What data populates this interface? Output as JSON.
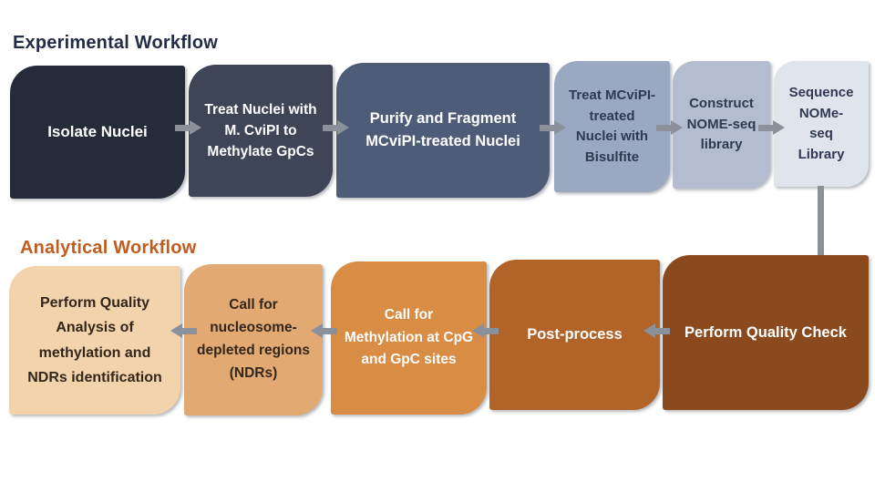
{
  "diagram": {
    "experimental": {
      "title": "Experimental Workflow",
      "steps": [
        {
          "label": "Isolate Nuclei"
        },
        {
          "label": "Treat Nuclei with\nM. CviPI to\nMethylate GpCs"
        },
        {
          "label": "Purify and Fragment\nMCviPI-treated Nuclei"
        },
        {
          "label": "Treat MCviPI-\ntreated\nNuclei with\nBisulfite"
        },
        {
          "label": "Construct\nNOME-seq\nlibrary"
        },
        {
          "label": "Sequence\nNOMe-\nseq\nLibrary"
        }
      ]
    },
    "analytical": {
      "title": "Analytical Workflow",
      "steps": [
        {
          "label": "Perform Quality Check"
        },
        {
          "label": "Post-process"
        },
        {
          "label": "Call for\nMethylation at CpG\nand GpC sites"
        },
        {
          "label": "Call for\nnucleosome-\ndepleted regions\n(NDRs)"
        },
        {
          "label": "Perform Quality\nAnalysis of\nmethylation and\nNDRs identification"
        }
      ]
    },
    "colors": {
      "experimental_title": "#232e45",
      "analytical_title": "#c05d20",
      "arrow": "#8b919b",
      "experimental_fills": [
        "#262b39",
        "#3d4557",
        "#4e5c77",
        "#9aa8c1",
        "#b3bdcf",
        "#e0e4ed"
      ],
      "analytical_fills": [
        "#8a4a1e",
        "#b16328",
        "#d98c43",
        "#e3a973",
        "#f3d3ac"
      ]
    }
  }
}
